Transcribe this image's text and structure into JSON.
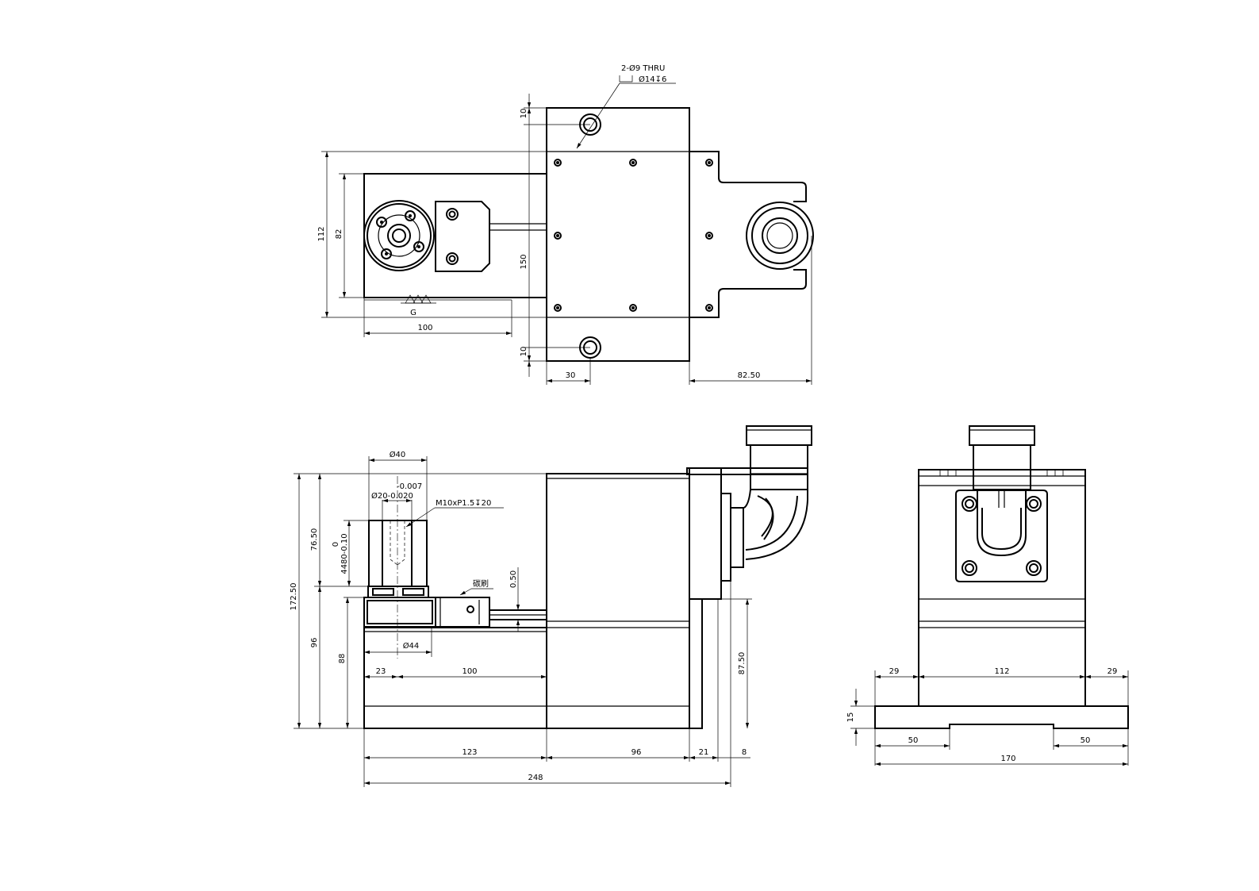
{
  "top_view": {
    "hole_callout_line1": "2-Ø9 THRU",
    "hole_callout_line2": "Ø14↧6",
    "dim_top_offset": "10",
    "dim_bottom_offset": "10",
    "dim_height_outer": "112",
    "dim_height_inner": "82",
    "dim_depth": "150",
    "dim_length_100": "100",
    "dim_hole_x": "30",
    "dim_tail": "82.50",
    "grind_label": "G"
  },
  "front_view": {
    "dia_40": "Ø40",
    "tol_upper": "-0.007",
    "dia_20_tol": "Ø20-0.020",
    "thread_callout": "M10xP1.5↧20",
    "dim_76_50": "76.50",
    "dim_44_tol": "4480-0.10",
    "tol_zero": "0",
    "dim_172_50": "172.50",
    "dim_96_left": "96",
    "dim_88": "88",
    "brush_label": "碳刷",
    "dim_0_50": "0.50",
    "dia_44": "Ø44",
    "dim_23": "23",
    "dim_100": "100",
    "dim_87_50": "87.50",
    "dim_123": "123",
    "dim_96_bottom": "96",
    "dim_21": "21",
    "dim_8": "8",
    "dim_248": "248"
  },
  "side_view": {
    "dim_29_left": "29",
    "dim_112": "112",
    "dim_29_right": "29",
    "dim_15": "15",
    "dim_50_left": "50",
    "dim_50_right": "50",
    "dim_170": "170"
  }
}
